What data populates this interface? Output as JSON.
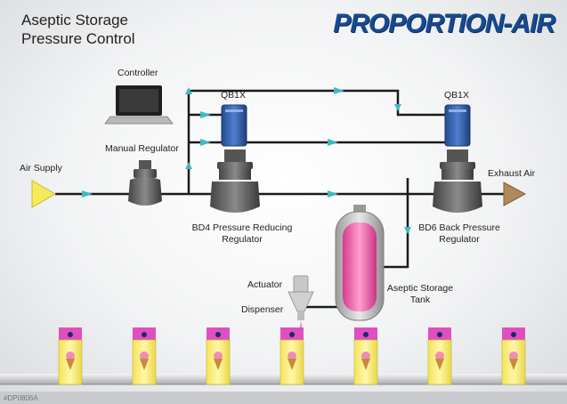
{
  "title": {
    "line1": "Aseptic Storage",
    "line2": "Pressure Control"
  },
  "brand": {
    "logo_text": "PROPORTION-AIR",
    "color": "#17498f"
  },
  "labels": {
    "controller": "Controller",
    "qb1x_left": "QB1X",
    "qb1x_right": "QB1X",
    "manual_regulator": "Manual Regulator",
    "air_supply": "Air Supply",
    "exhaust_air": "Exhaust Air",
    "bd4_line1": "BD4 Pressure Reducing",
    "bd4_line2": "Regulator",
    "bd6_line1": "BD6 Back Pressure",
    "bd6_line2": "Regulator",
    "actuator": "Actuator",
    "dispenser": "Dispenser",
    "tank_line1": "Aseptic Storage",
    "tank_line2": "Tank"
  },
  "footer": {
    "code": "#DP0806A"
  },
  "colors": {
    "pipe": "#1a1a1a",
    "arrow": "#3fb8c4",
    "valve": "#3a5fa8",
    "tank": "#e85aa6"
  },
  "cartons": {
    "count": 7
  }
}
